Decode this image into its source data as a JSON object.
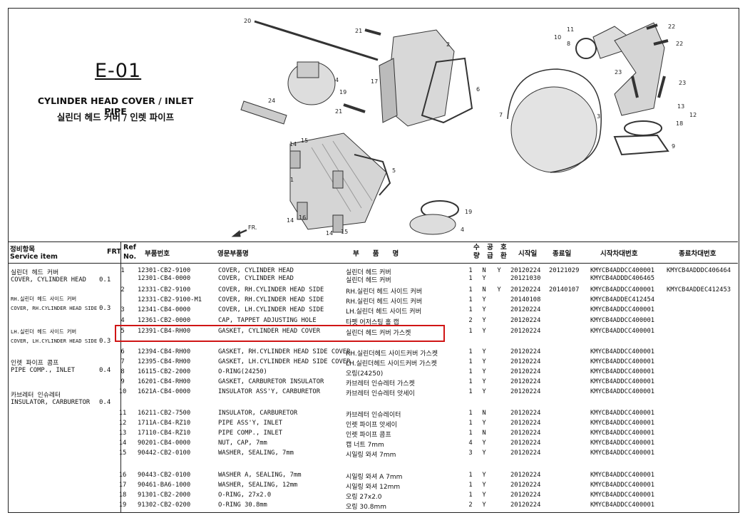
{
  "section_code": "E-01",
  "title_en": "CYLINDER HEAD COVER / INLET PIPE",
  "title_ko": "실린더 헤드 커버 / 인렛 파이프",
  "callouts": [
    "20",
    "21",
    "2",
    "17",
    "4",
    "19",
    "6",
    "24",
    "21",
    "14",
    "15",
    "1",
    "5",
    "14",
    "16",
    "14",
    "15",
    "19",
    "4",
    "FR.",
    "11",
    "10",
    "8",
    "22",
    "22",
    "23",
    "23",
    "7",
    "3",
    "13",
    "12",
    "18",
    "9"
  ],
  "headers": {
    "service_ko": "정비항목",
    "service_en": "Service item",
    "frt": "FRT",
    "ref_top": "Ref",
    "ref_bottom": "No.",
    "part_no": "부품번호",
    "name_en": "영문부품명",
    "name_ko": "부　　품　　명",
    "qty": "수량",
    "grade": "공급",
    "swap": "호환",
    "start_date": "시작일",
    "end_date": "종료일",
    "start_frame": "시작차대번호",
    "end_frame": "종료차대번호"
  },
  "service_items": [
    {
      "ko": "실린더 헤드 커버",
      "en": "COVER, CYLINDER HEAD",
      "frt": "0.1"
    },
    {
      "ko": "RH.실린더 헤드 사이드 커버",
      "en": "COVER, RH.CYLINDER HEAD SIDE",
      "frt": "0.3"
    },
    {
      "ko": "LH.실린더 헤드 사이드 커버",
      "en": "COVER, LH.CYLINDER HEAD SIDE",
      "frt": "0.3"
    },
    {
      "ko": "인렛 파이프 콤프",
      "en": "PIPE COMP., INLET",
      "frt": "0.4"
    },
    {
      "ko": "카브레터 인슈레터",
      "en": "INSULATOR, CARBURETOR",
      "frt": "0.4"
    }
  ],
  "parts": [
    {
      "ref": "1",
      "pn": "12301-CB2-9100",
      "en": "COVER, CYLINDER HEAD",
      "ko": "실린더 헤드 커버",
      "qty": "1",
      "g": "N",
      "h": "Y",
      "sd": "20120224",
      "ed": "20121029",
      "sf": "KMYCB4ADDCC400001",
      "ef": "KMYCB4ADDDC406464"
    },
    {
      "ref": "",
      "pn": "12301-CB4-0000",
      "en": "COVER, CYLINDER HEAD",
      "ko": "실린더 헤드 커버",
      "qty": "1",
      "g": "Y",
      "h": "",
      "sd": "20121030",
      "ed": "",
      "sf": "KMYCB4ADDDC406465",
      "ef": ""
    },
    {
      "ref": "2",
      "pn": "12331-CB2-9100",
      "en": "COVER, RH.CYLINDER HEAD SIDE",
      "ko": "RH.실린더 헤드 사이드 커버",
      "qty": "1",
      "g": "N",
      "h": "Y",
      "sd": "20120224",
      "ed": "20140107",
      "sf": "KMYCB4ADDCC400001",
      "ef": "KMYCB4ADDEC412453"
    },
    {
      "ref": "",
      "pn": "12331-CB2-9100-M1",
      "en": "COVER, RH.CYLINDER HEAD SIDE",
      "ko": "RH.실린더 헤드 사이드 커버",
      "qty": "1",
      "g": "Y",
      "h": "",
      "sd": "20140108",
      "ed": "",
      "sf": "KMYCB4ADDEC412454",
      "ef": ""
    },
    {
      "ref": "3",
      "pn": "12341-CB4-0000",
      "en": "COVER, LH.CYLINDER HEAD SIDE",
      "ko": "LH.실린더 헤드 사이드 커버",
      "qty": "1",
      "g": "Y",
      "h": "",
      "sd": "20120224",
      "ed": "",
      "sf": "KMYCB4ADDCC400001",
      "ef": ""
    },
    {
      "ref": "4",
      "pn": "12361-CB2-0000",
      "en": "CAP, TAPPET ADJUSTING HOLE",
      "ko": "타펫 어저스팅 홀 캡",
      "qty": "2",
      "g": "Y",
      "h": "",
      "sd": "20120224",
      "ed": "",
      "sf": "KMYCB4ADDCC400001",
      "ef": ""
    },
    {
      "ref": "5",
      "pn": "12391-CB4-RH00",
      "en": "GASKET, CYLINDER HEAD COVER",
      "ko": "실린더 헤드 커버 가스켓",
      "qty": "1",
      "g": "Y",
      "h": "",
      "sd": "20120224",
      "ed": "",
      "sf": "KMYCB4ADDCC400001",
      "ef": ""
    },
    {
      "ref": "6",
      "pn": "12394-CB4-RH00",
      "en": "GASKET, RH.CYLINDER HEAD SIDE COVER",
      "ko": "RH.실린더헤드 사이드커버 가스켓",
      "qty": "1",
      "g": "Y",
      "h": "",
      "sd": "20120224",
      "ed": "",
      "sf": "KMYCB4ADDCC400001",
      "ef": ""
    },
    {
      "ref": "7",
      "pn": "12395-CB4-RH00",
      "en": "GASKET, LH.CYLINDER HEAD SIDE COVER",
      "ko": "LH.실린더헤드 사이드커버 가스켓",
      "qty": "1",
      "g": "Y",
      "h": "",
      "sd": "20120224",
      "ed": "",
      "sf": "KMYCB4ADDCC400001",
      "ef": ""
    },
    {
      "ref": "8",
      "pn": "16115-CB2-2000",
      "en": "O-RING(24250)",
      "ko": "오링(24250)",
      "qty": "1",
      "g": "Y",
      "h": "",
      "sd": "20120224",
      "ed": "",
      "sf": "KMYCB4ADDCC400001",
      "ef": ""
    },
    {
      "ref": "9",
      "pn": "16201-CB4-RH00",
      "en": "GASKET, CARBURETOR INSULATOR",
      "ko": "카브레터 인슈레터 가스켓",
      "qty": "1",
      "g": "Y",
      "h": "",
      "sd": "20120224",
      "ed": "",
      "sf": "KMYCB4ADDCC400001",
      "ef": ""
    },
    {
      "ref": "10",
      "pn": "1621A-CB4-0000",
      "en": "INSULATOR ASS'Y, CARBURETOR",
      "ko": "카브레터 인슈레터 앗세이",
      "qty": "1",
      "g": "Y",
      "h": "",
      "sd": "20120224",
      "ed": "",
      "sf": "KMYCB4ADDCC400001",
      "ef": ""
    },
    {
      "ref": "11",
      "pn": "16211-CB2-7500",
      "en": "INSULATOR, CARBURETOR",
      "ko": "카브레터 인슈레이터",
      "qty": "1",
      "g": "N",
      "h": "",
      "sd": "20120224",
      "ed": "",
      "sf": "KMYCB4ADDCC400001",
      "ef": ""
    },
    {
      "ref": "12",
      "pn": "1711A-CB4-RZ10",
      "en": "PIPE ASS'Y, INLET",
      "ko": "인렛 파이프 앗세이",
      "qty": "1",
      "g": "Y",
      "h": "",
      "sd": "20120224",
      "ed": "",
      "sf": "KMYCB4ADDCC400001",
      "ef": ""
    },
    {
      "ref": "13",
      "pn": "17110-CB4-RZ10",
      "en": "PIPE COMP., INLET",
      "ko": "인렛 파이프 콤프",
      "qty": "1",
      "g": "N",
      "h": "",
      "sd": "20120224",
      "ed": "",
      "sf": "KMYCB4ADDCC400001",
      "ef": ""
    },
    {
      "ref": "14",
      "pn": "90201-CB4-0000",
      "en": "NUT, CAP, 7mm",
      "ko": "캡 너트 7mm",
      "qty": "4",
      "g": "Y",
      "h": "",
      "sd": "20120224",
      "ed": "",
      "sf": "KMYCB4ADDCC400001",
      "ef": ""
    },
    {
      "ref": "15",
      "pn": "90442-CB2-0100",
      "en": "WASHER, SEALING, 7mm",
      "ko": "시일링 와셔 7mm",
      "qty": "3",
      "g": "Y",
      "h": "",
      "sd": "20120224",
      "ed": "",
      "sf": "KMYCB4ADDCC400001",
      "ef": ""
    },
    {
      "ref": "16",
      "pn": "90443-CB2-0100",
      "en": "WASHER A, SEALING, 7mm",
      "ko": "시일링 와셔 A 7mm",
      "qty": "1",
      "g": "Y",
      "h": "",
      "sd": "20120224",
      "ed": "",
      "sf": "KMYCB4ADDCC400001",
      "ef": ""
    },
    {
      "ref": "17",
      "pn": "90461-BA6-1000",
      "en": "WASHER, SEALING, 12mm",
      "ko": "시일링 와셔 12mm",
      "qty": "1",
      "g": "Y",
      "h": "",
      "sd": "20120224",
      "ed": "",
      "sf": "KMYCB4ADDCC400001",
      "ef": ""
    },
    {
      "ref": "18",
      "pn": "91301-CB2-2000",
      "en": "O-RING, 27x2.0",
      "ko": "오링 27x2.0",
      "qty": "1",
      "g": "Y",
      "h": "",
      "sd": "20120224",
      "ed": "",
      "sf": "KMYCB4ADDCC400001",
      "ef": ""
    },
    {
      "ref": "19",
      "pn": "91302-CB2-0200",
      "en": "O-RING 30.8mm",
      "ko": "오링 30.8mm",
      "qty": "2",
      "g": "Y",
      "h": "",
      "sd": "20120224",
      "ed": "",
      "sf": "KMYCB4ADDCC400001",
      "ef": ""
    }
  ]
}
